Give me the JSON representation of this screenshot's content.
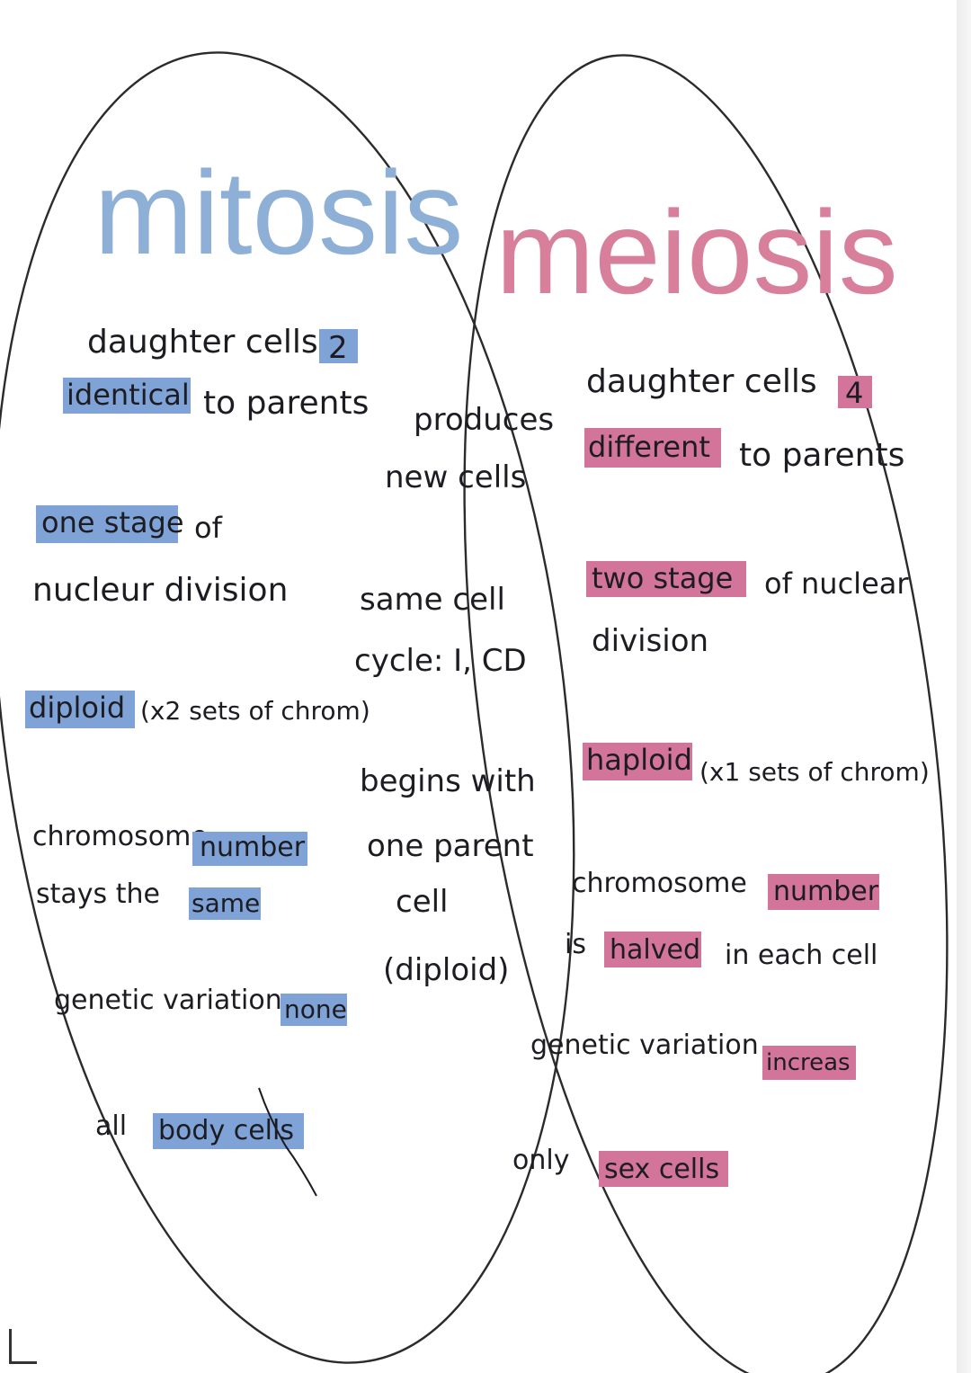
{
  "titles": {
    "left": "mitosis",
    "right": "meiosis"
  },
  "colors": {
    "left_title": "#8fb0d6",
    "right_title": "#d87f9c",
    "left_highlight": "#7fa3d6",
    "right_highlight": "#d3759a",
    "ink": "#1c1c22",
    "circle_line": "#2b2b2b"
  },
  "mitosis": {
    "daughter_cells": {
      "prefix": "daughter cells",
      "count": "2"
    },
    "identical": {
      "highlight": "identical",
      "suffix": "to parents"
    },
    "stage": {
      "highlight": "one stage",
      "rest1": "of",
      "rest2": "nucleur division"
    },
    "ploidy": {
      "highlight": "diploid",
      "rest": "(x2 sets of chrom)"
    },
    "chromosome": {
      "line1_text": "chromosome",
      "line1_highlight": "number",
      "line2_text": "stays the",
      "line2_highlight": "same"
    },
    "variation": {
      "text": "genetic variation",
      "highlight": "none"
    },
    "cells": {
      "text": "all",
      "highlight": "body cells"
    }
  },
  "shared": {
    "produces": {
      "line1": "produces",
      "line2": "new cells"
    },
    "cycle": {
      "line1": "same cell",
      "line2": "cycle: I, CD"
    },
    "begins": {
      "line1": "begins with",
      "line2": "one parent",
      "line3": "cell",
      "line4": "(diploid)"
    }
  },
  "meiosis": {
    "daughter_cells": {
      "prefix": "daughter cells",
      "count": "4"
    },
    "different": {
      "highlight": "different",
      "suffix": "to parents"
    },
    "stage": {
      "highlight": "two stage",
      "rest1": "of nuclear",
      "rest2": "division"
    },
    "ploidy": {
      "highlight": "haploid",
      "rest": "(x1 sets of chrom)"
    },
    "chromosome": {
      "line1_text": "chromosome",
      "line1_highlight": "number",
      "line2_pre": "is",
      "line2_highlight": "halved",
      "line2_post": "in each cell"
    },
    "variation": {
      "text": "genetic variation",
      "highlight": "increas"
    },
    "cells": {
      "text": "only",
      "highlight": "sex cells"
    }
  }
}
